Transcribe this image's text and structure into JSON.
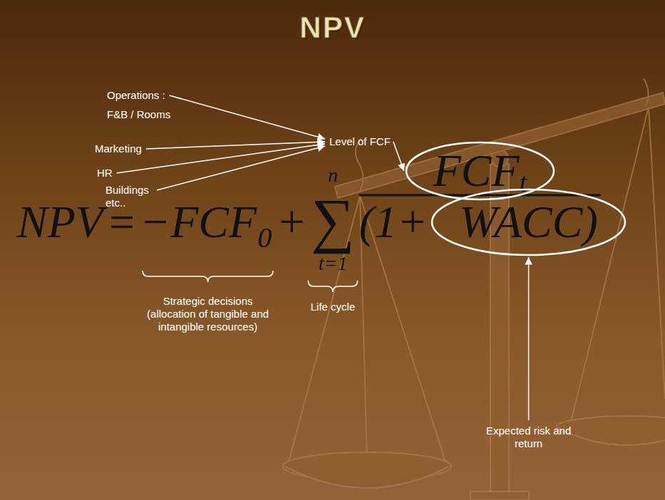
{
  "diagram": {
    "title": "NPV",
    "nodes": [
      {
        "text": [
          "FCF",
          "t"
        ]
      },
      {
        "text": [
          "WACC)"
        ]
      }
    ],
    "labels": [
      "Operations :",
      "F&B / Rooms",
      "Marketing",
      "HR",
      "Buildings etc..",
      "Level of FCF",
      "NPV",
      "=",
      "−FCF",
      "0",
      "+",
      "n",
      "∑",
      "t=1",
      "(1+",
      "Strategic decisions (allocation of tangible and intangible resources)",
      "Life cycle",
      "Expected risk and return"
    ]
  }
}
